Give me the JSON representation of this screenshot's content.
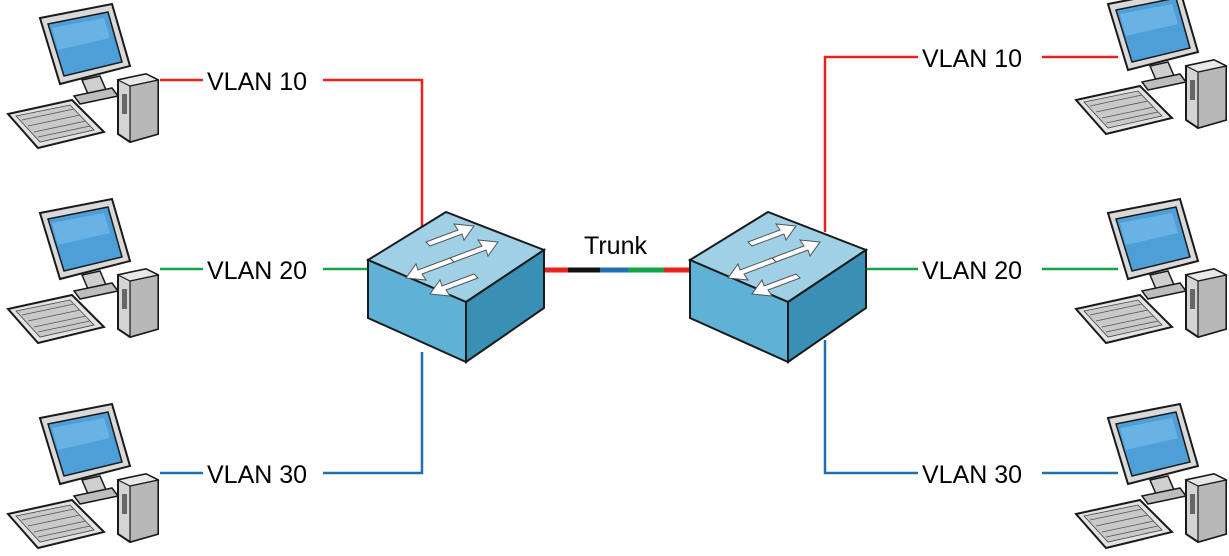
{
  "left_links": [
    {
      "label": "VLAN 10",
      "color": "#e8221c"
    },
    {
      "label": "VLAN 20",
      "color": "#12a54a"
    },
    {
      "label": "VLAN 30",
      "color": "#1f6fb5"
    }
  ],
  "right_links": [
    {
      "label": "VLAN 10",
      "color": "#e8221c"
    },
    {
      "label": "VLAN 20",
      "color": "#12a54a"
    },
    {
      "label": "VLAN 30",
      "color": "#1f6fb5"
    }
  ],
  "trunk": {
    "label": "Trunk",
    "segment_colors": [
      "#e8221c",
      "#111111",
      "#1f6fb5",
      "#12a54a",
      "#e8221c"
    ]
  },
  "icons": {
    "host": "desktop-computer-icon",
    "switch": "network-switch-icon"
  },
  "colors": {
    "switch_top": "#9fd0e6",
    "switch_side": "#3a8fb4",
    "switch_front": "#5fb2d6",
    "monitor_screen": "#4e9ed8",
    "computer_body": "#d4d4d4"
  }
}
